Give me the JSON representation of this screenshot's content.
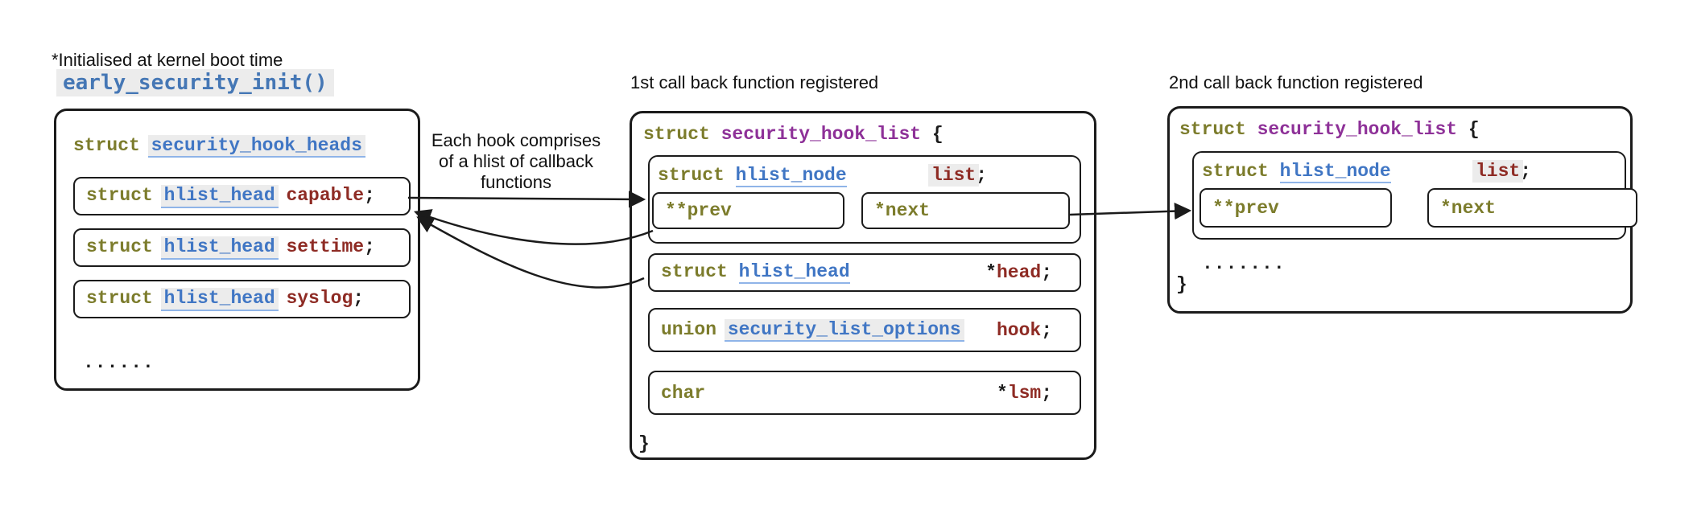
{
  "colors": {
    "keyword_olive": "#7c7c2c",
    "type_link_blue": "#4076c4",
    "underline_blue": "#8fb4e8",
    "field_red": "#8e2b24",
    "struct_name_purple": "#8e3198",
    "text_black": "#1b1b1b",
    "highlight_gray": "#ececec",
    "note_code_blue": "#4577b5",
    "arrow_black": "#1b1b1b"
  },
  "annotations": {
    "boot_note": "*Initialised at kernel boot time",
    "boot_fn": "early_security_init()",
    "hook_note_line1": "Each hook comprises",
    "hook_note_line2": "of a hlist of callback",
    "hook_note_line3": "functions",
    "first_cb": "1st call back function registered",
    "second_cb": "2nd call back function registered"
  },
  "left_box": {
    "keyword": "struct",
    "name": "security_hook_heads",
    "rows": [
      {
        "keyword": "struct",
        "type": "hlist_head",
        "field": "capable",
        "semi": ";"
      },
      {
        "keyword": "struct",
        "type": "hlist_head",
        "field": "settime",
        "semi": ";"
      },
      {
        "keyword": "struct",
        "type": "hlist_head",
        "field": "syslog",
        "semi": ";"
      }
    ],
    "ellipsis": "......"
  },
  "middle_box": {
    "keyword": "struct",
    "name": "security_hook_list",
    "open_brace": "{",
    "node_row": {
      "keyword": "struct",
      "type": "hlist_node",
      "field": "list",
      "semi": ";",
      "prev_label": "**prev",
      "next_label": "*next"
    },
    "rows": [
      {
        "keyword": "struct",
        "type": "hlist_head",
        "star": "*",
        "field": "head",
        "semi": ";"
      },
      {
        "keyword": "union",
        "type": "security_list_options",
        "star": "",
        "field": "hook",
        "semi": ";"
      },
      {
        "keyword": "char",
        "type": "",
        "star": "*",
        "field": "lsm",
        "semi": ";"
      }
    ],
    "close_brace": "}"
  },
  "right_box": {
    "keyword": "struct",
    "name": "security_hook_list",
    "open_brace": "{",
    "node_row": {
      "keyword": "struct",
      "type": "hlist_node",
      "field": "list",
      "semi": ";",
      "prev_label": "**prev",
      "next_label": "*next"
    },
    "ellipsis": ".......",
    "close_brace": "}"
  }
}
